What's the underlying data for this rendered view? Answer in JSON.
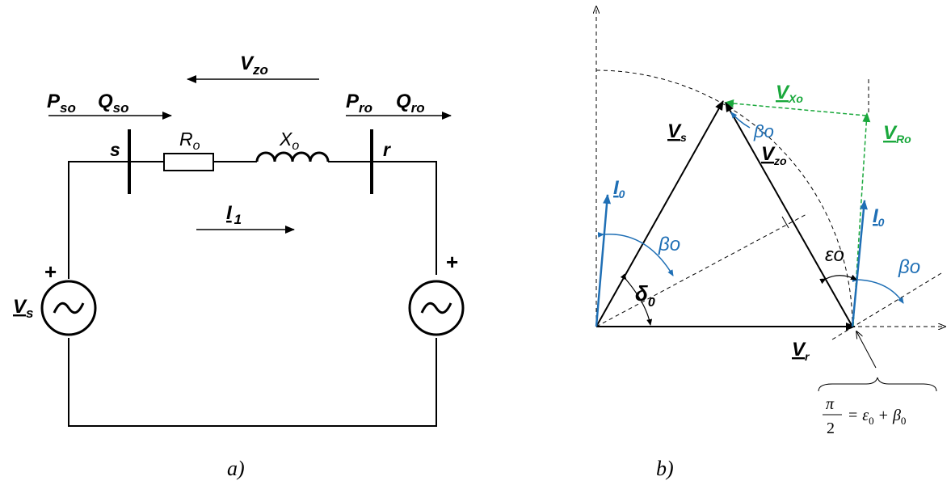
{
  "colors": {
    "black": "#000000",
    "blue": "#1f6fb5",
    "green": "#1aa83c"
  },
  "circuit": {
    "vzo": {
      "main": "V",
      "sub": "zo"
    },
    "pso": {
      "main": "P",
      "sub": "so"
    },
    "qso": {
      "main": "Q",
      "sub": "so"
    },
    "pro": {
      "main": "P",
      "sub": "ro"
    },
    "qro": {
      "main": "Q",
      "sub": "ro"
    },
    "bus_s": "s",
    "bus_r": "r",
    "ro": {
      "main": "R",
      "sub": "o"
    },
    "xo": {
      "main": "X",
      "sub": "o"
    },
    "i1": {
      "main": "I",
      "sub": "1"
    },
    "vs": {
      "main": "V",
      "sub": "s"
    },
    "plus_left": "+",
    "plus_right": "+",
    "caption": "a)"
  },
  "phasor": {
    "vs": {
      "main": "V",
      "sub": "s"
    },
    "vzo": {
      "main": "V",
      "sub": "zo"
    },
    "vr": {
      "main": "V",
      "sub": "r"
    },
    "vxo": {
      "main": "V",
      "sub": "Xo"
    },
    "vro": {
      "main": "V",
      "sub": "Ro"
    },
    "i0_left": {
      "main": "I",
      "sub": "0"
    },
    "i0_right": {
      "main": "I",
      "sub": "0"
    },
    "beta_left": "βo",
    "beta_top": "βo",
    "beta_right": "βo",
    "eps": "εo",
    "delta": {
      "main": "δ",
      "sub": "0"
    },
    "formula": {
      "pi": "π",
      "two": "2",
      "eq": "=",
      "e": "ε",
      "e_sub": "0",
      "plus": "+",
      "b": "β",
      "b_sub": "0"
    },
    "caption": "b)"
  }
}
